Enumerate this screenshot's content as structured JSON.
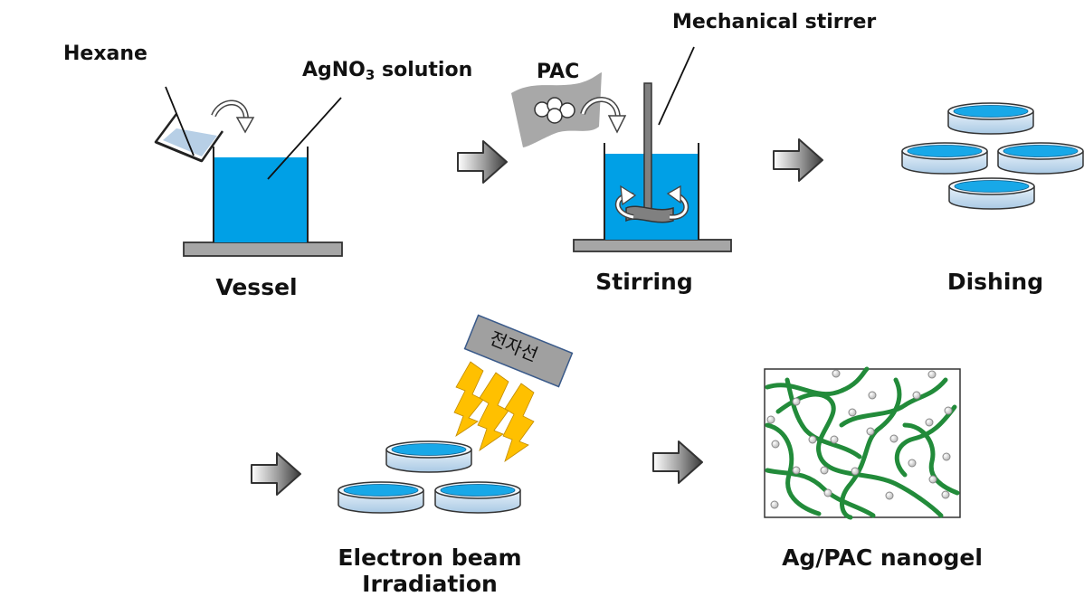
{
  "labels": {
    "hexane": "Hexane",
    "agno3_prefix": "AgNO",
    "agno3_sub": "3",
    "agno3_suffix": " solution",
    "vessel": "Vessel",
    "pac": "PAC",
    "mechanical_stirrer": "Mechanical stirrer",
    "stirring": "Stirring",
    "dishing": "Dishing",
    "electron_beam_sign": "전자선",
    "electron_beam_line1": "Electron beam",
    "electron_beam_line2": "Irradiation",
    "nanogel": "Ag/PAC nanogel"
  },
  "colors": {
    "liquid": "#00a0e6",
    "dish_liquid": "#18a8e8",
    "stand": "#a6a6a6",
    "pac_sheet": "#a8a8a8",
    "lightning": "#ffc000",
    "sign": "#a0a0a0",
    "sign_border": "#3a5a8a",
    "polymer_chain": "#228b3a",
    "arrow_light": "#ffffff",
    "arrow_dark": "#404040"
  },
  "icons": {
    "process_arrow": "gradient-right-arrow",
    "pour_arrow": "curved-arrow",
    "stir_arrow": "circular-arrow",
    "beam": "lightning-bolt"
  }
}
